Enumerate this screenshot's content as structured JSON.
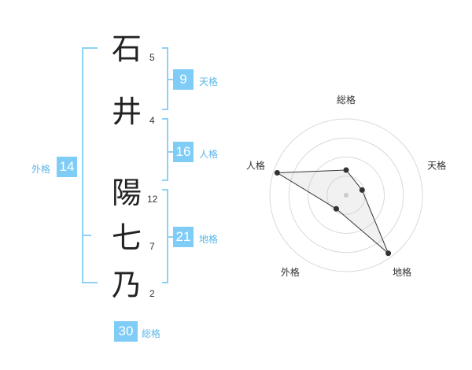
{
  "name": {
    "chars": [
      {
        "char": "石",
        "strokes": "5"
      },
      {
        "char": "井",
        "strokes": "4"
      },
      {
        "char": "陽",
        "strokes": "12"
      },
      {
        "char": "七",
        "strokes": "7"
      },
      {
        "char": "乃",
        "strokes": "2"
      }
    ]
  },
  "fortune": {
    "tenkaku": {
      "value": "9",
      "label": "天格"
    },
    "jinkaku": {
      "value": "16",
      "label": "人格"
    },
    "chikaku": {
      "value": "21",
      "label": "地格"
    },
    "gaikaku": {
      "value": "14",
      "label": "外格"
    },
    "soukaku": {
      "value": "30",
      "label": "総格"
    }
  },
  "chart_data": {
    "type": "radar",
    "axes": [
      "総格",
      "天格",
      "地格",
      "外格",
      "人格"
    ],
    "values": [
      0.33,
      0.22,
      0.94,
      0.22,
      0.95
    ],
    "rings": 4,
    "max": 1
  },
  "colors": {
    "badge": "#7fccf7",
    "bracket": "#8fd0f5",
    "label": "#5bb6ea"
  }
}
